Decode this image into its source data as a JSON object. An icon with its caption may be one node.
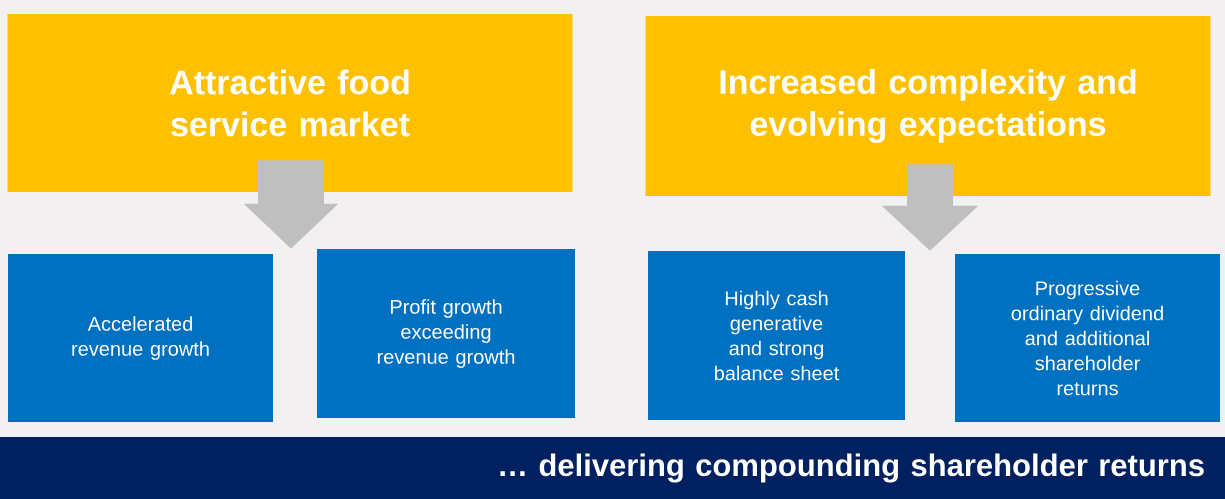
{
  "diagram": {
    "nodes": [
      {
        "text": [
          "Attractive food service market"
        ]
      },
      {
        "text": [
          "Increased complexity and evolving expectations"
        ]
      },
      {
        "text": [
          "Accelerated revenue growth"
        ]
      },
      {
        "text": [
          "Profit growth exceeding revenue growth"
        ]
      },
      {
        "text": [
          "Highly cash generative and strong balance sheet"
        ]
      },
      {
        "text": [
          "Progressive ordinary dividend and additional shareholder returns"
        ]
      },
      {
        "text": [
          "… delivering compounding shareholder returns"
        ]
      }
    ],
    "edges": [
      {
        "from": 0,
        "to": 3,
        "arrow": "to"
      },
      {
        "from": 1,
        "to": 4,
        "arrow": "to"
      }
    ]
  }
}
